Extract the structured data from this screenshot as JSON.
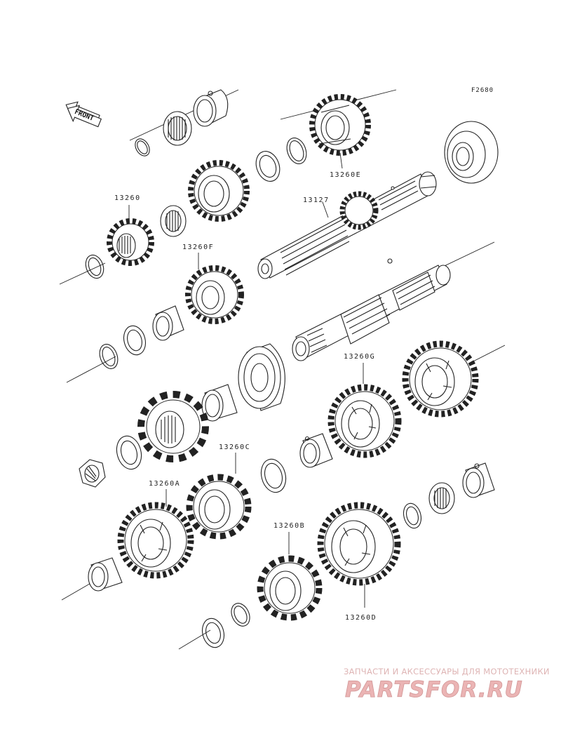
{
  "diagram_code": "F2680",
  "front_arrow": {
    "label": "FRONT"
  },
  "parts": [
    {
      "id": "13260E",
      "label": "13260E"
    },
    {
      "id": "13260",
      "label": "13260"
    },
    {
      "id": "13127",
      "label": "13127"
    },
    {
      "id": "13260F",
      "label": "13260F"
    },
    {
      "id": "13260G",
      "label": "13260G"
    },
    {
      "id": "13260C",
      "label": "13260C"
    },
    {
      "id": "13260A",
      "label": "13260A"
    },
    {
      "id": "13260B",
      "label": "13260B"
    },
    {
      "id": "13260D",
      "label": "13260D"
    }
  ],
  "watermark": {
    "tagline": "ЗАПЧАСТИ И АКСЕССУАРЫ ДЛЯ МОТОТЕХНИКИ",
    "logo": "PARTSFOR.RU",
    "color": "#e8a8a8"
  }
}
